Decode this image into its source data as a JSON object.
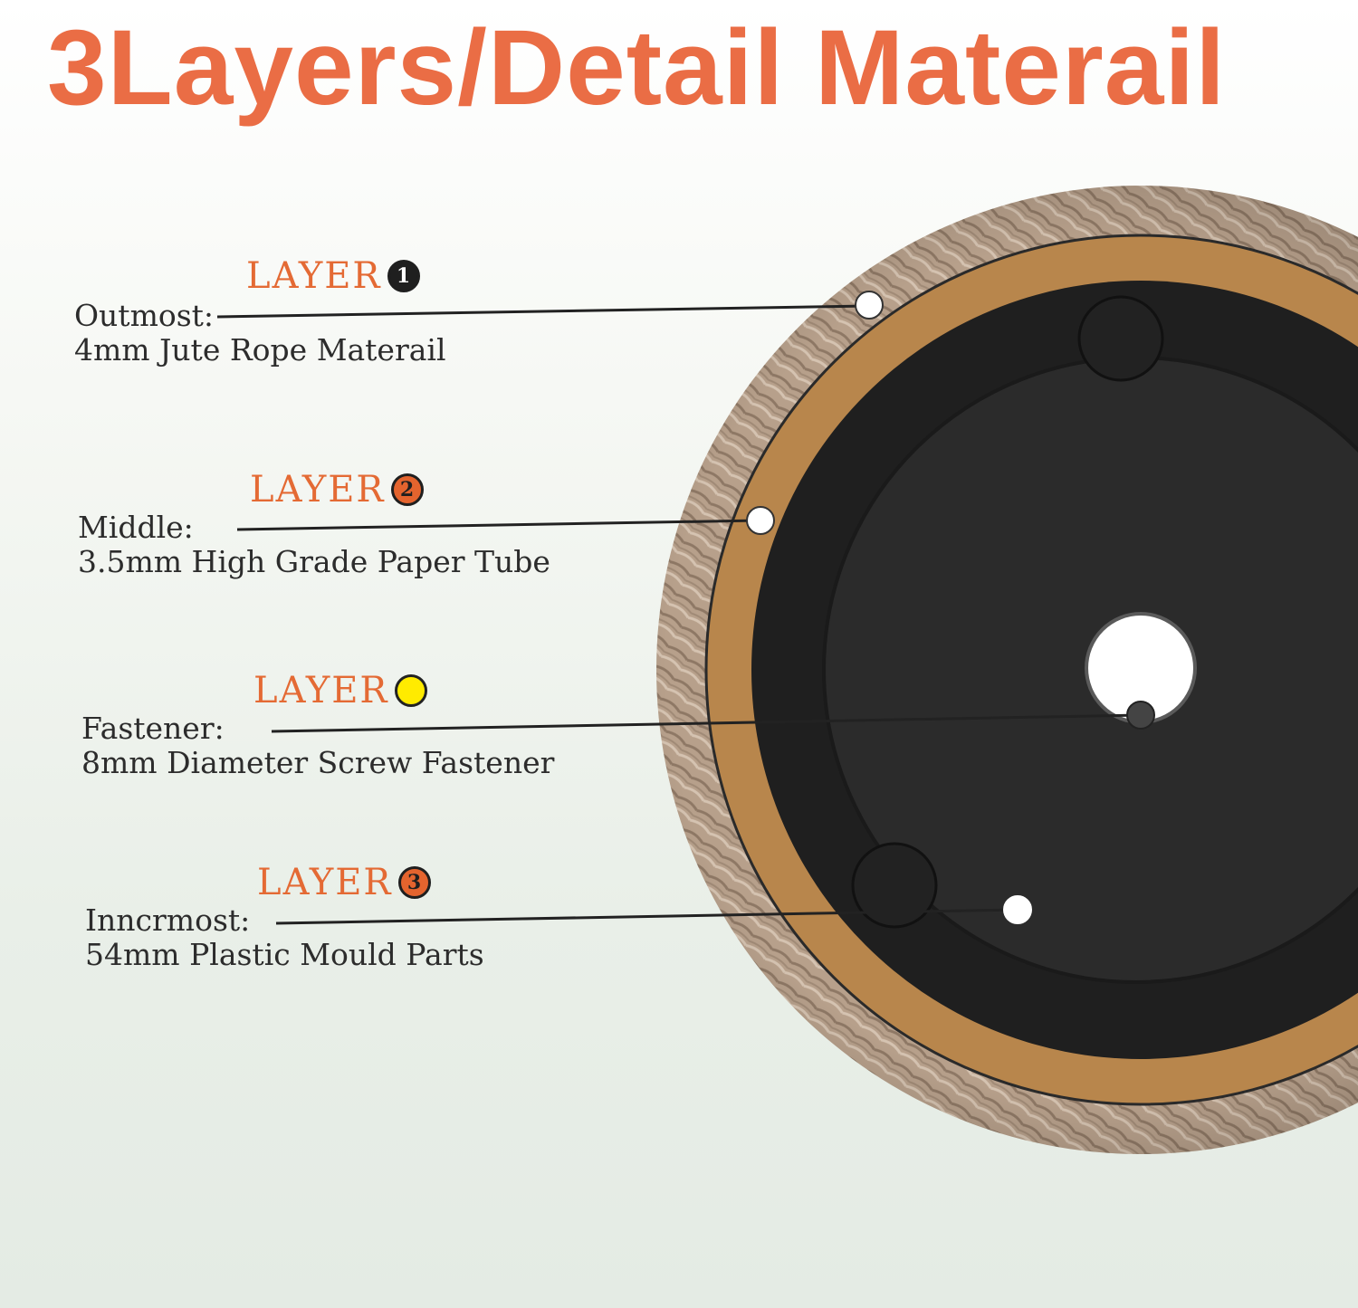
{
  "title": "3Layers/Detail Materail",
  "layers": [
    {
      "label": "LAYER",
      "badge": "1",
      "badge_style": "dark",
      "heading": "Outmost:",
      "detail": "4mm Jute Rope Materail"
    },
    {
      "label": "LAYER",
      "badge": "2",
      "badge_style": "orange",
      "heading": "Middle:",
      "detail": "3.5mm High Grade Paper Tube"
    },
    {
      "label": "LAYER",
      "badge": "",
      "badge_style": "yellow",
      "heading": "Fastener:",
      "detail": "8mm Diameter Screw Fastener"
    },
    {
      "label": "LAYER",
      "badge": "3",
      "badge_style": "orange",
      "heading": "Inncrmost:",
      "detail": "54mm Plastic Mould Parts"
    }
  ],
  "colors": {
    "title": "#ea6d45",
    "layer_label": "#e46a34",
    "jute": "#b39a84",
    "paper_tube": "#b8864c",
    "plastic": "#262626",
    "fastener_dot": "#ffeb00"
  }
}
